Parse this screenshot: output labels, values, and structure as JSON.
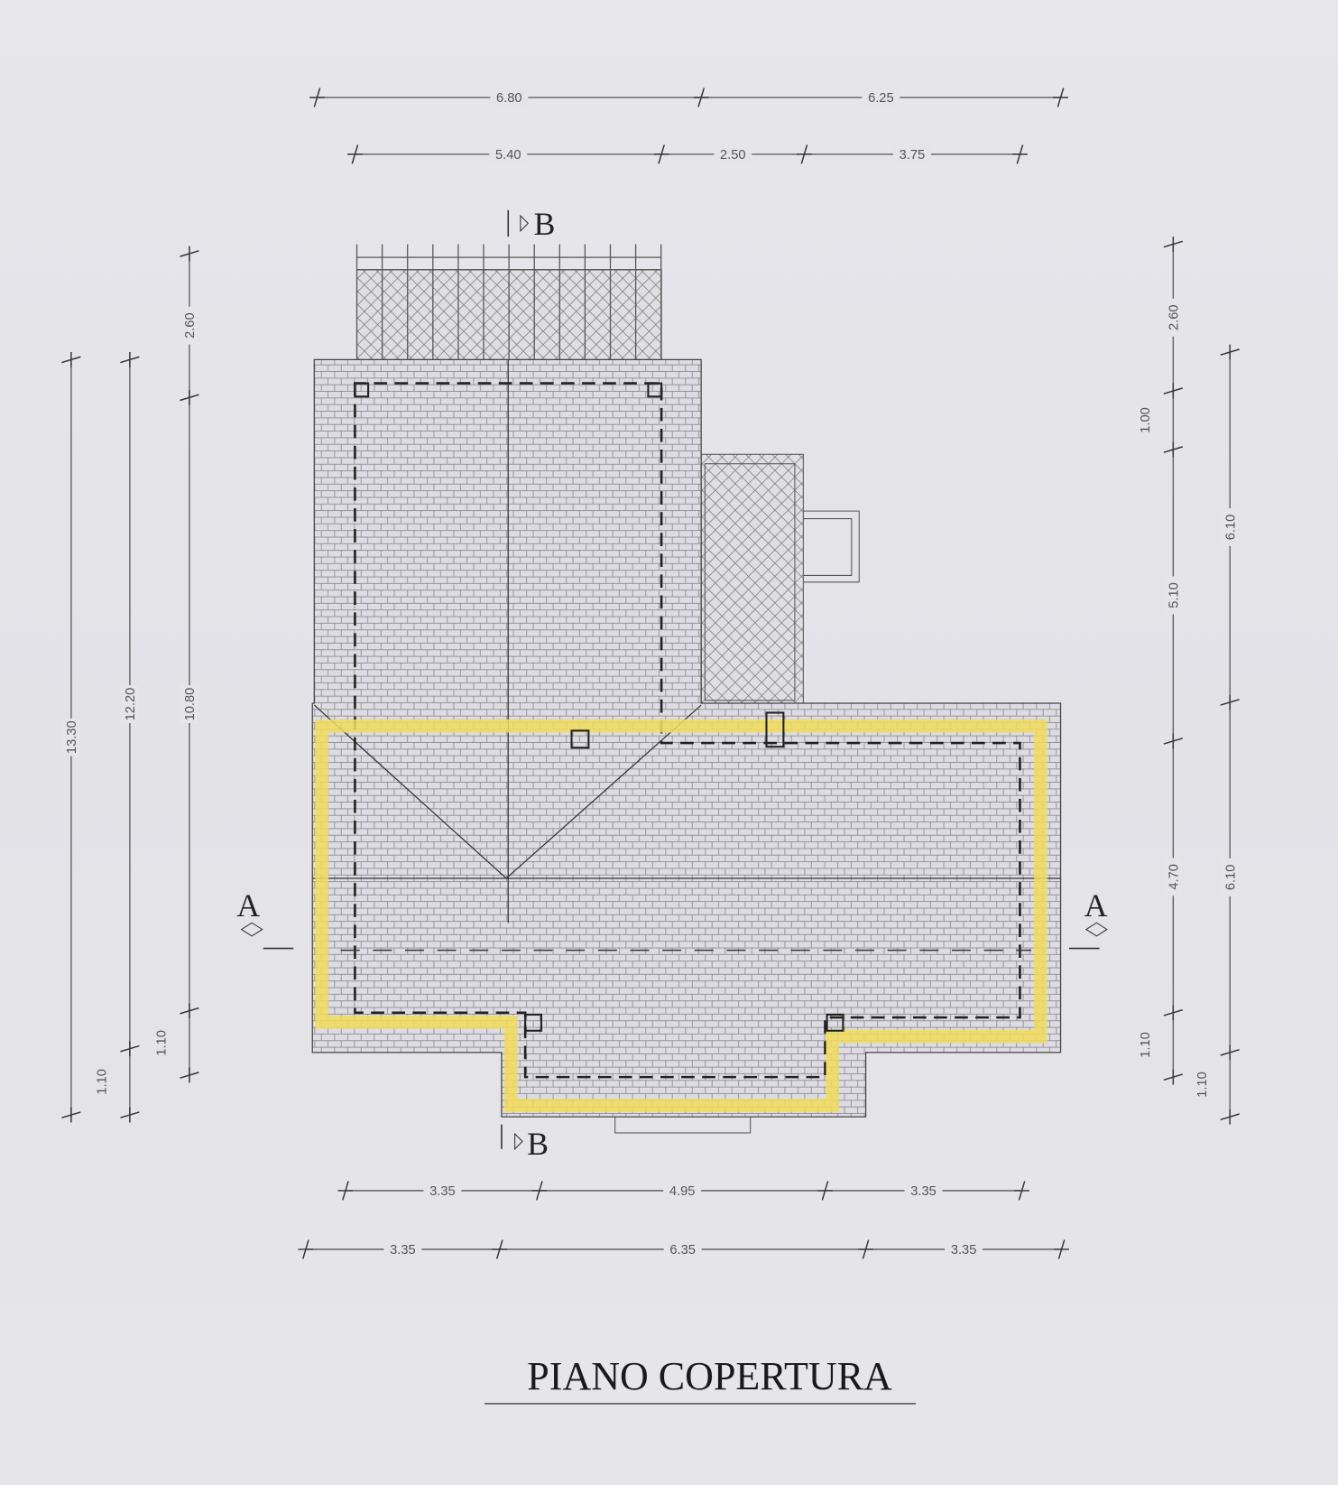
{
  "drawing": {
    "title": "PIANO COPERTURA",
    "section_a_label": "A",
    "section_b_label": "B",
    "highlight_color": "#f2dc5a"
  },
  "dimensions": {
    "top_row_1": [
      "6.80",
      "6.25"
    ],
    "top_row_2": [
      "5.40",
      "2.50",
      "3.75"
    ],
    "left_outer": [
      "13.30"
    ],
    "left_middle": [
      "12.20",
      "1.10"
    ],
    "left_inner": [
      "2.60",
      "10.80",
      "1.10"
    ],
    "right_inner": [
      "2.60",
      "1.00",
      "5.10",
      "4.70",
      "1.10"
    ],
    "right_outer": [
      "6.10",
      "6.10",
      "1.10"
    ],
    "bottom_row_1": [
      "3.35",
      "4.95",
      "3.35"
    ],
    "bottom_row_2": [
      "3.35",
      "6.35",
      "3.35"
    ]
  }
}
